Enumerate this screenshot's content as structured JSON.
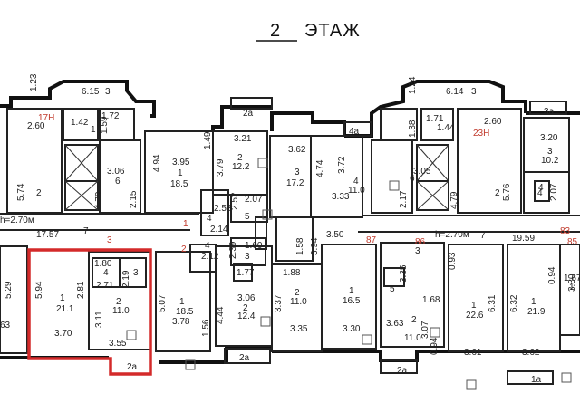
{
  "title": {
    "number": "2",
    "label": "ЭТАЖ"
  },
  "highlight_color": "#d42a2a",
  "labels": {
    "l_615": "6.15",
    "l_3a": "3",
    "l_123": "1.23",
    "l_17h": "17Н",
    "l_142": "1.42",
    "l_172": "1.72",
    "l_260a": "2.60",
    "l_1": "1",
    "l_306": "3.06",
    "l_6a": "6",
    "l_574": "5.74",
    "l_2a": "2",
    "l_479a": "4.79",
    "l_215": "2.15",
    "l_159": "1.59",
    "l_2a_top": "2а",
    "l_321": "3.21",
    "l_149": "1.49",
    "l_494": "4.94",
    "l_395": "3.95",
    "l_1b": "1",
    "l_185": "18.5",
    "l_379": "3.79",
    "l_2b": "2",
    "l_122": "12.2",
    "l_362": "3.62",
    "l_3b": "3",
    "l_172b": "17.2",
    "l_474": "4.74",
    "l_4a": "4а",
    "l_372": "3.72",
    "l_333": "3.33",
    "l_4b": "4",
    "l_110a": "11.0",
    "l_614": "6.14",
    "l_3c": "3",
    "l_124": "1.24",
    "l_171": "1.71",
    "l_144": "1.44",
    "l_138": "1.38",
    "l_260b": "2.60",
    "l_23h": "23Н",
    "l_3a2": "3а",
    "l_320": "3.20",
    "l_3d": "3",
    "l_102": "10.2",
    "l_305": "3.05",
    "l_6b": "6",
    "l_217": "2.17",
    "l_479b": "4.79",
    "l_576": "5.76",
    "l_2c": "2",
    "l_4c": "4",
    "l_207b": "2.07",
    "l_h1": "h=2.70м",
    "l_1757": "17.57",
    "l_7a": "7",
    "l_258": "2.58",
    "l_214": "2.14",
    "l_4d": "4",
    "l_252": "2.52",
    "l_5a": "5",
    "l_207": "2.07",
    "l_1r": "1",
    "l_2r": "2",
    "l_3r": "3",
    "l_4e": "4",
    "l_212": "2.12",
    "l_239": "2.39",
    "l_3e": "3",
    "l_160": "1.60",
    "l_177": "1.77",
    "l_188": "1.88",
    "l_158": "1.58",
    "l_394": "3.94",
    "l_350": "3.50",
    "l_87": "87",
    "l_86": "86",
    "l_h2": "h=2.70м",
    "l_7b": "7",
    "l_1959": "19.59",
    "l_83": "83",
    "l_85": "85",
    "l_529": "5.29",
    "l_594": "5.94",
    "l_281": "2.81",
    "l_180": "1.80",
    "l_4f": "4",
    "l_3f": "3",
    "l_271": "2.71",
    "l_219": "2.19",
    "l_1c": "1",
    "l_211": "21.1",
    "l_370": "3.70",
    "l_311": "3.11",
    "l_2d": "2",
    "l_110b": "11.0",
    "l_355": "3.55",
    "l_2a_bot": "2а",
    "l_507": "5.07",
    "l_1d": "1",
    "l_185b": "18.5",
    "l_378": "3.78",
    "l_156": "1.56",
    "l_306b": "3.06",
    "l_2e": "2",
    "l_124b": "12.4",
    "l_444": "4.44",
    "l_2a_bot2": "2а",
    "l_337": "3.37",
    "l_2f": "2",
    "l_110c": "11.0",
    "l_335": "3.35",
    "l_1e": "1",
    "l_165": "16.5",
    "l_330": "3.30",
    "l_335b": "3.35",
    "l_3g": "3",
    "l_5b": "5",
    "l_168": "1.68",
    "l_093": "0.93",
    "l_363": "3.63",
    "l_2g": "2",
    "l_110d": "11.0",
    "l_307": "3.07",
    "l_094": "0.94",
    "l_2a_bot3": "2а",
    "l_1f": "1",
    "l_226": "22.6",
    "l_631": "6.31",
    "l_361": "3.61",
    "l_632": "6.32",
    "l_1g": "1",
    "l_219b": "21.9",
    "l_094b": "0.94",
    "l_362b": "3.62",
    "l_1a": "1а",
    "l_167": "1.67",
    "l_330b": "3.30",
    "l_63": "63",
    "l_4g": "4",
    "l_1h": "1"
  }
}
